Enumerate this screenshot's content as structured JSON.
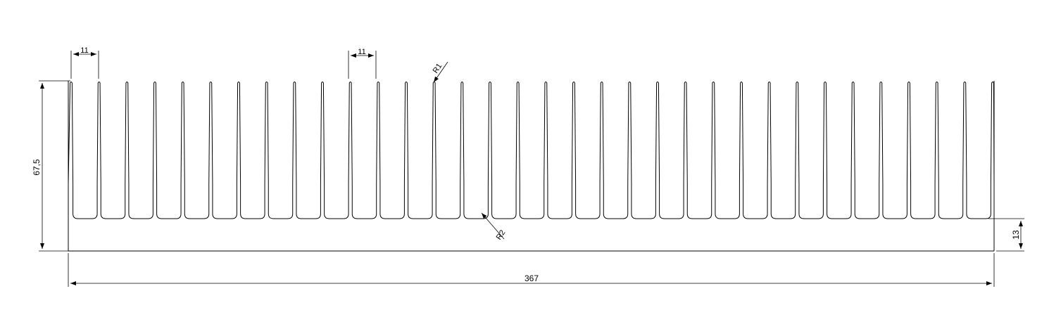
{
  "drawing": {
    "type": "heatsink-profile",
    "fin_count": 34,
    "line_color": "#000000",
    "background": "#ffffff"
  },
  "dimensions": {
    "overall_width": "367",
    "overall_height": "67,5",
    "base_thickness": "13",
    "fin_pitch_left": "11",
    "fin_pitch_mid": "11",
    "tip_radius": "R1",
    "root_radius": "R2"
  }
}
